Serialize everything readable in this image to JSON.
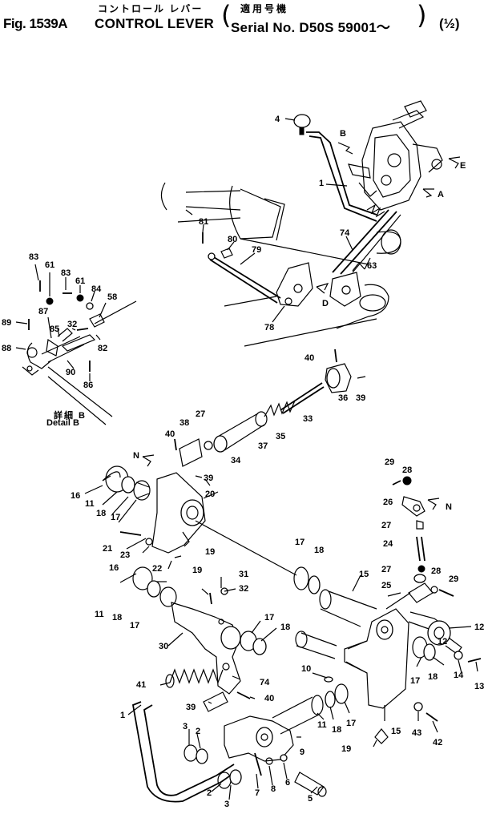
{
  "header": {
    "fig_number": "Fig. 1539A",
    "title_en": "CONTROL LEVER",
    "title_jp": "コントロール レバー",
    "serial_jp": "適用号機",
    "serial_en": "Serial No. D50S 59001～",
    "sheet": "(½)"
  },
  "detail": {
    "label_jp": "詳細 B",
    "label_en": "Detail B"
  },
  "arrows": [
    "B",
    "E",
    "A",
    "D",
    "N",
    "N"
  ],
  "callouts": [
    {
      "id": "c-4",
      "text": "4"
    },
    {
      "id": "c-1a",
      "text": "1"
    },
    {
      "id": "c-81",
      "text": "81"
    },
    {
      "id": "c-80",
      "text": "80"
    },
    {
      "id": "c-79",
      "text": "79"
    },
    {
      "id": "c-74a",
      "text": "74"
    },
    {
      "id": "c-63",
      "text": "63"
    },
    {
      "id": "c-78",
      "text": "78"
    },
    {
      "id": "c-40a",
      "text": "40"
    },
    {
      "id": "c-36",
      "text": "36"
    },
    {
      "id": "c-39a",
      "text": "39"
    },
    {
      "id": "c-33",
      "text": "33"
    },
    {
      "id": "c-35",
      "text": "35"
    },
    {
      "id": "c-37",
      "text": "37"
    },
    {
      "id": "c-34",
      "text": "34"
    },
    {
      "id": "c-27a",
      "text": "27"
    },
    {
      "id": "c-38",
      "text": "38"
    },
    {
      "id": "c-40b",
      "text": "40"
    },
    {
      "id": "c-39b",
      "text": "39"
    },
    {
      "id": "c-20",
      "text": "20"
    },
    {
      "id": "c-16a",
      "text": "16"
    },
    {
      "id": "c-11a",
      "text": "11"
    },
    {
      "id": "c-18a",
      "text": "18"
    },
    {
      "id": "c-17a",
      "text": "17"
    },
    {
      "id": "c-21",
      "text": "21"
    },
    {
      "id": "c-23",
      "text": "23"
    },
    {
      "id": "c-19a",
      "text": "19"
    },
    {
      "id": "c-22",
      "text": "22"
    },
    {
      "id": "c-16b",
      "text": "16"
    },
    {
      "id": "c-11b",
      "text": "11"
    },
    {
      "id": "c-18b",
      "text": "18"
    },
    {
      "id": "c-17b",
      "text": "17"
    },
    {
      "id": "c-19b",
      "text": "19"
    },
    {
      "id": "c-31",
      "text": "31"
    },
    {
      "id": "c-32a",
      "text": "32"
    },
    {
      "id": "c-17c",
      "text": "17"
    },
    {
      "id": "c-18c",
      "text": "18"
    },
    {
      "id": "c-30",
      "text": "30"
    },
    {
      "id": "c-17d",
      "text": "17"
    },
    {
      "id": "c-18d",
      "text": "18"
    },
    {
      "id": "c-41",
      "text": "41"
    },
    {
      "id": "c-74b",
      "text": "74"
    },
    {
      "id": "c-39c",
      "text": "39"
    },
    {
      "id": "c-40c",
      "text": "40"
    },
    {
      "id": "c-15a",
      "text": "15"
    },
    {
      "id": "c-29a",
      "text": "29"
    },
    {
      "id": "c-28a",
      "text": "28"
    },
    {
      "id": "c-26",
      "text": "26"
    },
    {
      "id": "c-27b",
      "text": "27"
    },
    {
      "id": "c-24",
      "text": "24"
    },
    {
      "id": "c-27c",
      "text": "27"
    },
    {
      "id": "c-25",
      "text": "25"
    },
    {
      "id": "c-28b",
      "text": "28"
    },
    {
      "id": "c-29b",
      "text": "29"
    },
    {
      "id": "c-12a",
      "text": "12"
    },
    {
      "id": "c-12b",
      "text": "12"
    },
    {
      "id": "c-17e",
      "text": "17"
    },
    {
      "id": "c-18e",
      "text": "18"
    },
    {
      "id": "c-14",
      "text": "14"
    },
    {
      "id": "c-13",
      "text": "13"
    },
    {
      "id": "c-10",
      "text": "10"
    },
    {
      "id": "c-11c",
      "text": "11"
    },
    {
      "id": "c-18f",
      "text": "18"
    },
    {
      "id": "c-17f",
      "text": "17"
    },
    {
      "id": "c-15b",
      "text": "15"
    },
    {
      "id": "c-43",
      "text": "43"
    },
    {
      "id": "c-42",
      "text": "42"
    },
    {
      "id": "c-19c",
      "text": "19"
    },
    {
      "id": "c-9",
      "text": "9"
    },
    {
      "id": "c-1b",
      "text": "1"
    },
    {
      "id": "c-3a",
      "text": "3"
    },
    {
      "id": "c-2a",
      "text": "2"
    },
    {
      "id": "c-2b",
      "text": "2"
    },
    {
      "id": "c-3b",
      "text": "3"
    },
    {
      "id": "c-7",
      "text": "7"
    },
    {
      "id": "c-8",
      "text": "8"
    },
    {
      "id": "c-6",
      "text": "6"
    },
    {
      "id": "c-5",
      "text": "5"
    },
    {
      "id": "c-83a",
      "text": "83"
    },
    {
      "id": "c-61a",
      "text": "61"
    },
    {
      "id": "c-83b",
      "text": "83"
    },
    {
      "id": "c-61b",
      "text": "61"
    },
    {
      "id": "c-84",
      "text": "84"
    },
    {
      "id": "c-58",
      "text": "58"
    },
    {
      "id": "c-87",
      "text": "87"
    },
    {
      "id": "c-85",
      "text": "85"
    },
    {
      "id": "c-32b",
      "text": "32"
    },
    {
      "id": "c-82",
      "text": "82"
    },
    {
      "id": "c-89",
      "text": "89"
    },
    {
      "id": "c-88",
      "text": "88"
    },
    {
      "id": "c-90",
      "text": "90"
    },
    {
      "id": "c-86",
      "text": "86"
    }
  ]
}
